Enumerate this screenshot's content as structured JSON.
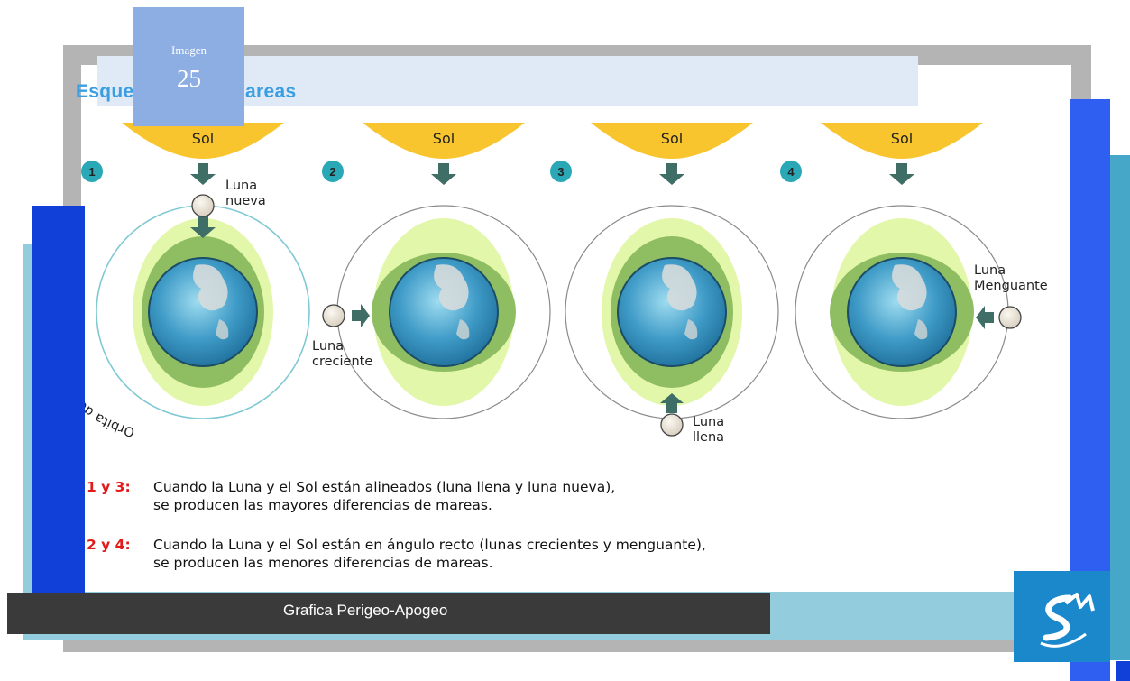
{
  "badge": {
    "label": "Imagen",
    "number": "25"
  },
  "diagram": {
    "title": "Esquema de las mareas",
    "sun_label": "Sol",
    "orbit_label": "Orbita de la Luna en torno a la Tierra",
    "steps": [
      {
        "number": "1",
        "moon_label_lines": [
          "Luna",
          "nueva"
        ]
      },
      {
        "number": "2",
        "moon_label_lines": [
          "Luna",
          "creciente"
        ]
      },
      {
        "number": "3",
        "moon_label_lines": [
          "Luna",
          "llena"
        ]
      },
      {
        "number": "4",
        "moon_label_lines": [
          "Luna",
          "Menguante"
        ]
      }
    ]
  },
  "notes": [
    {
      "key": "1 y 3:",
      "line1": "Cuando la Luna y el Sol están alineados (luna llena y luna nueva),",
      "line2": "se producen las mayores diferencias de mareas."
    },
    {
      "key": "2 y 4:",
      "line1": "Cuando la Luna y el Sol están en ángulo recto (lunas crecientes y menguante),",
      "line2": "se producen las menores diferencias de mareas."
    }
  ],
  "caption": "Grafica Perigeo-Apogeo",
  "colors": {
    "sun": "#f9c52f",
    "arrow": "#3f6e66",
    "tide_outer": "#e2f7a9",
    "tide_inner": "#8fbd62",
    "earth": "#3f9bc7",
    "moon": "#ece5d8",
    "step_badge": "#2aa8b5",
    "title": "#3a9fe2",
    "accent_red": "#e21a1a"
  },
  "icons": [
    "logo-icon"
  ]
}
